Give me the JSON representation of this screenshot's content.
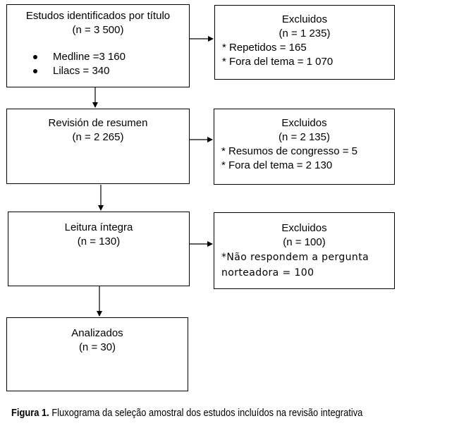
{
  "main_boxes": [
    {
      "title": "Estudos identificados por título",
      "count": "(n = 3 500)",
      "bullets": [
        "Medline =3 160",
        "Lilacs = 340"
      ]
    },
    {
      "title": "Revisión de resumen",
      "count": "(n = 2 265)"
    },
    {
      "title": "Leitura íntegra",
      "count": "(n = 130)"
    },
    {
      "title": "Analizados",
      "count": "(n = 30)"
    }
  ],
  "excluded_boxes": [
    {
      "title": "Excluidos",
      "count": "(n = 1 235)",
      "items": [
        "* Repetidos = 165",
        "* Fora del tema = 1 070"
      ]
    },
    {
      "title": "Excluidos",
      "count": "(n = 2 135)",
      "items": [
        "* Resumos de congresso = 5",
        "* Fora del tema = 2 130"
      ]
    },
    {
      "title": "Excluidos",
      "count": "(n = 100)",
      "items": [
        "*Não respondem a pergunta",
        "norteadora = 100"
      ]
    }
  ],
  "caption": {
    "label": "Figura 1.",
    "text": " Fluxograma da seleção amostral dos estudos incluídos na revisão integrativa"
  }
}
